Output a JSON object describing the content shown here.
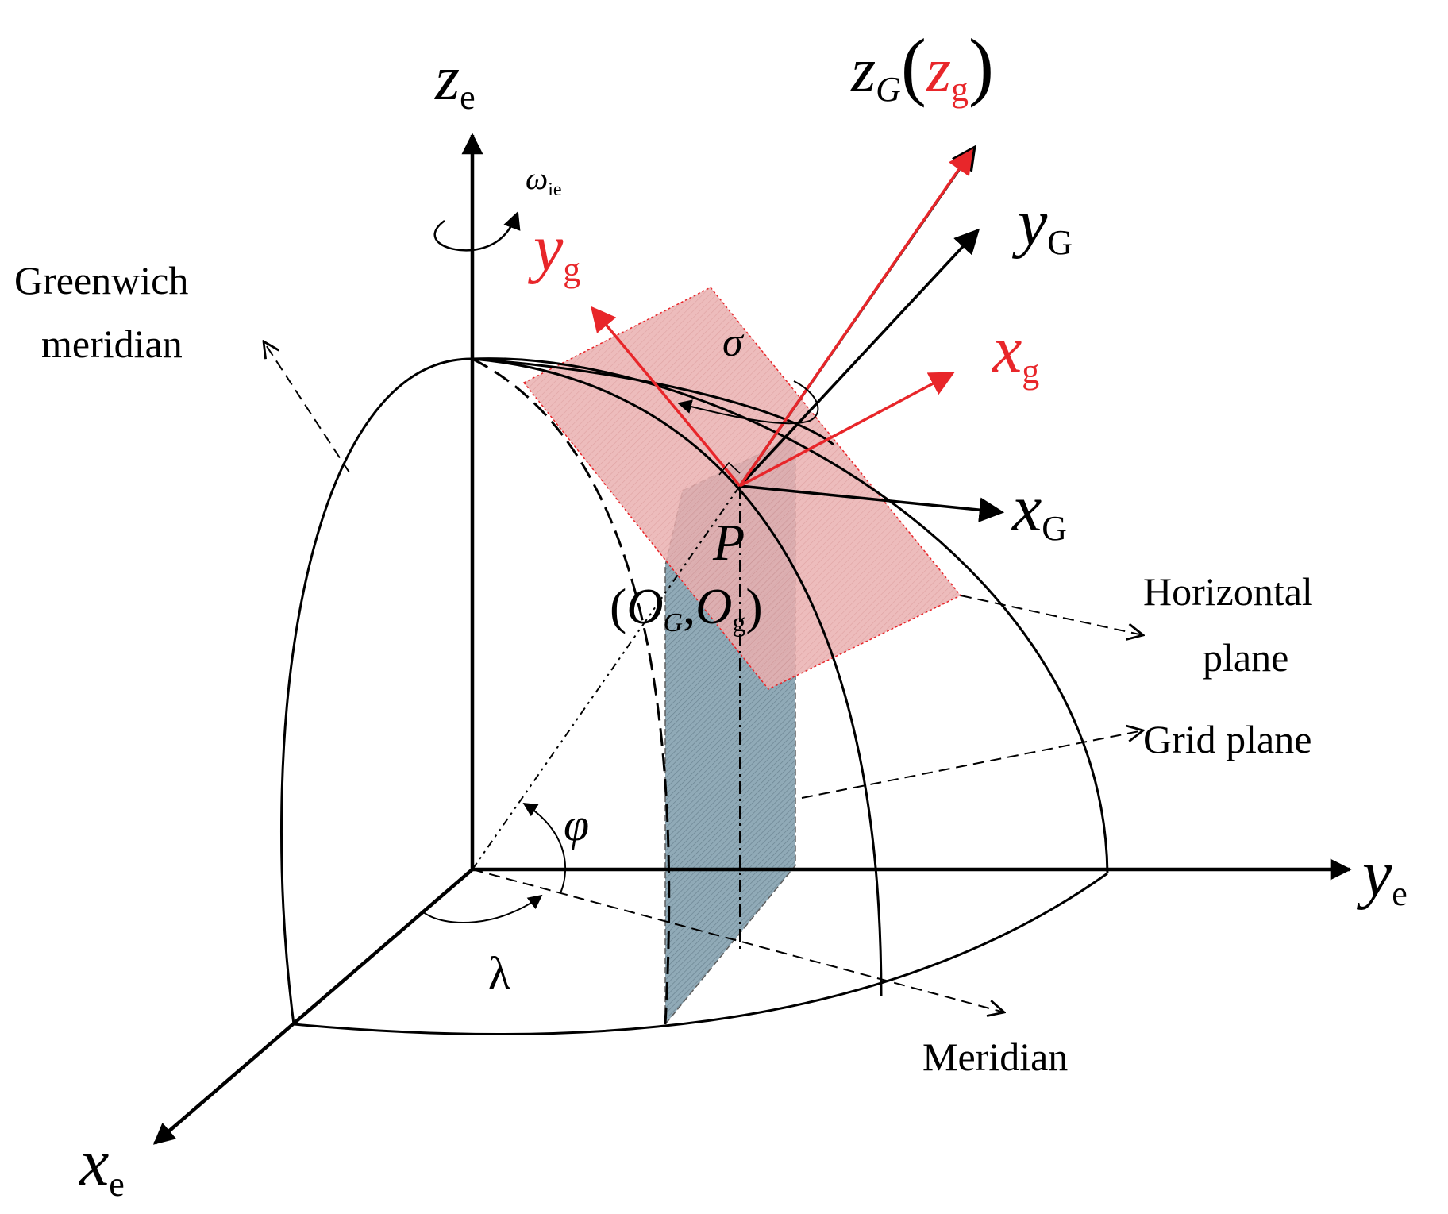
{
  "axes": {
    "ze": {
      "main": "z",
      "sub": "e"
    },
    "ye": {
      "main": "y",
      "sub": "e"
    },
    "xe": {
      "main": "x",
      "sub": "e"
    },
    "zG_zg": {
      "main": "z",
      "sub_black": "G",
      "open": "(",
      "red_main": "z",
      "red_sub": "g",
      "close": ")"
    },
    "yG": {
      "main": "y",
      "sub": "G"
    },
    "xG": {
      "main": "x",
      "sub": "G"
    },
    "yg": {
      "main": "y",
      "sub": "g"
    },
    "xg": {
      "main": "x",
      "sub": "g"
    }
  },
  "symbols": {
    "omega": {
      "main": "ω",
      "sub": "ie"
    },
    "sigma": "σ",
    "phi": "φ",
    "lambda": "λ",
    "point": "P",
    "origin": {
      "open": "(",
      "o1": "O",
      "s1": "G",
      "comma": ",",
      "o2": "O",
      "s2": "g",
      "close": ")"
    }
  },
  "labels": {
    "greenwich_line1": "Greenwich",
    "greenwich_line2": "meridian",
    "horizontal_line1": "Horizontal",
    "horizontal_line2": "plane",
    "grid_plane": "Grid plane",
    "meridian": "Meridian"
  },
  "colors": {
    "black": "#000000",
    "red": "#e8262a",
    "horizontal_plane_fill": "#e8a8a8",
    "grid_plane_fill": "#7e9aa8"
  }
}
